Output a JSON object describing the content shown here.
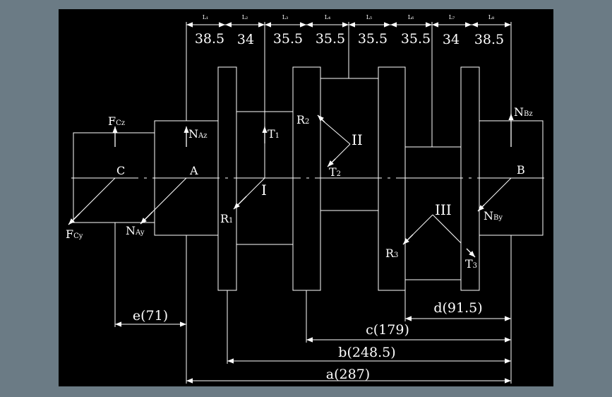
{
  "segment_labels": [
    "L₁",
    "L₂",
    "L₃",
    "L₄",
    "L₅",
    "L₆",
    "L₇",
    "L₈"
  ],
  "segment_values": [
    "38.5",
    "34",
    "35.5",
    "35.5",
    "35.5",
    "35.5",
    "34",
    "38.5"
  ],
  "points": {
    "c": "C",
    "a": "A",
    "b": "B"
  },
  "gears": {
    "g1": "I",
    "g2": "II",
    "g3": "III"
  },
  "forces": {
    "fcz": {
      "main": "F",
      "sub": "Cz"
    },
    "fcy": {
      "main": "F",
      "sub": "Cy"
    },
    "naz": {
      "main": "N",
      "sub": "Az"
    },
    "nay": {
      "main": "N",
      "sub": "Ay"
    },
    "nbz": {
      "main": "N",
      "sub": "Bz"
    },
    "nby": {
      "main": "N",
      "sub": "By"
    },
    "t1": {
      "main": "T",
      "sub": "1"
    },
    "t2": {
      "main": "T",
      "sub": "2"
    },
    "t3": {
      "main": "T",
      "sub": "3"
    },
    "r1": {
      "main": "R",
      "sub": "1"
    },
    "r2": {
      "main": "R",
      "sub": "2"
    },
    "r3": {
      "main": "R",
      "sub": "3"
    }
  },
  "dimensions": {
    "e": "e(71)",
    "d": "d(91.5)",
    "c": "c(179)",
    "b": "b(248.5)",
    "a": "a(287)"
  },
  "colors": {
    "background": "#000000",
    "lines": "#ffffff",
    "window": "#6b7b85"
  }
}
